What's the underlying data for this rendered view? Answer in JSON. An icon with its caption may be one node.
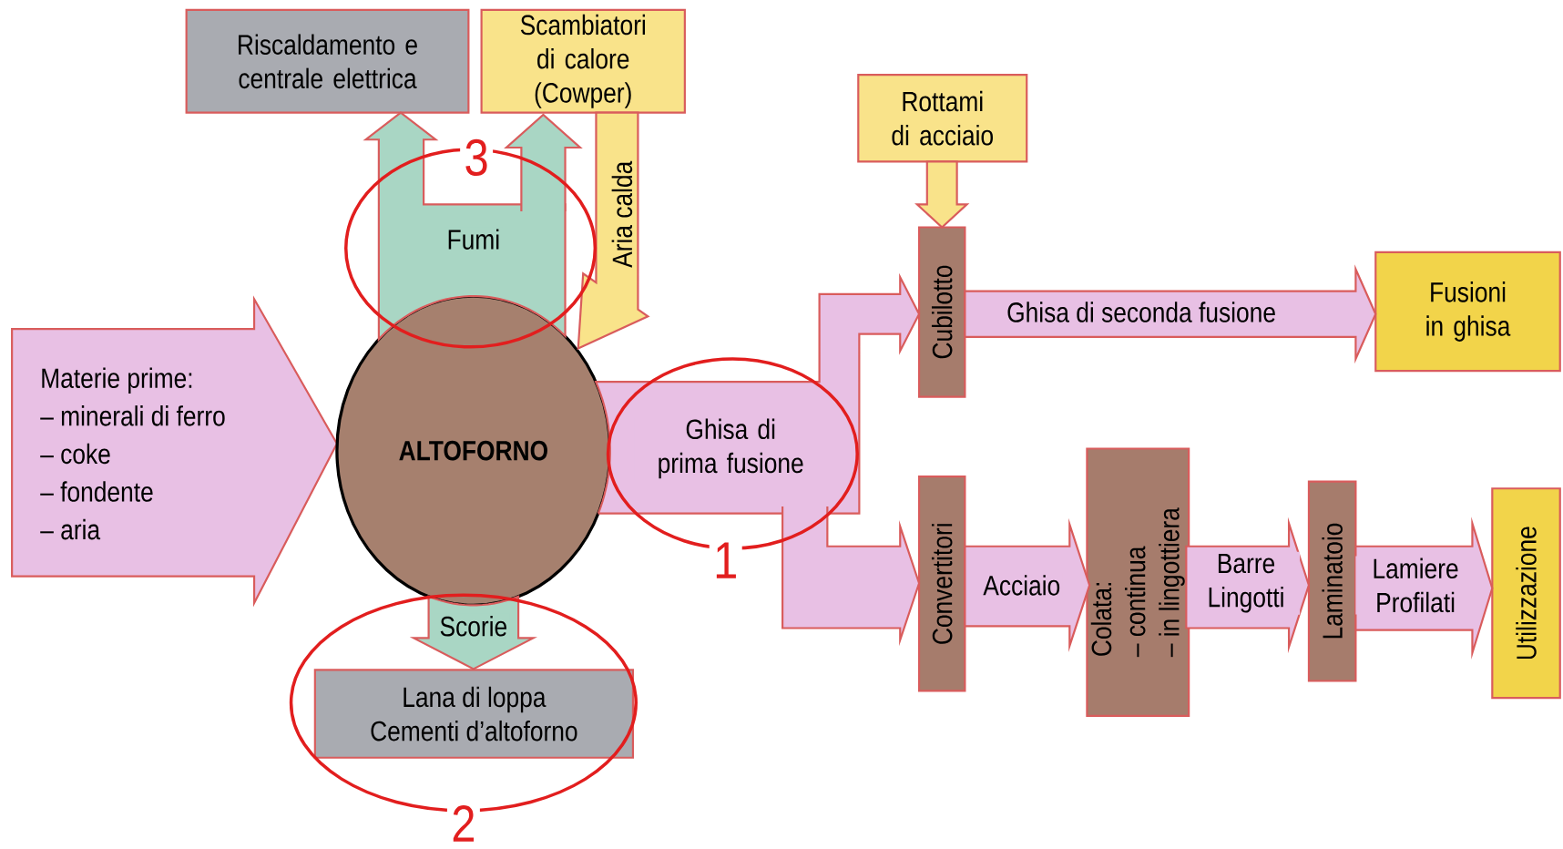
{
  "diagram": {
    "nodes": [
      {
        "text": [
          "Riscaldamento e centrale elettrica"
        ]
      },
      {
        "text": [
          "Scambiatori di calore (Cowper)"
        ]
      },
      {
        "text": [
          "Rottami di acciaio"
        ]
      },
      {
        "text": [
          "Materie prime:",
          "– minerali di ferro",
          "– coke",
          "– fondente",
          "– aria"
        ]
      },
      {
        "text": [
          "ALTOFORNO"
        ]
      },
      {
        "text": [
          "Cubilotto"
        ]
      },
      {
        "text": [
          "Fusioni in ghisa"
        ]
      },
      {
        "text": [
          "Convertitori"
        ]
      },
      {
        "text": [
          "Colata:",
          "– continua",
          "– in lingottiera"
        ]
      },
      {
        "text": [
          "Laminatoio"
        ]
      },
      {
        "text": [
          "Utilizzazione"
        ]
      },
      {
        "text": [
          "Lana di loppa",
          "Cementi d’altoforno"
        ]
      }
    ],
    "edges": [
      {
        "from": 4,
        "to": 0,
        "arrow": "to",
        "label": "Fumi",
        "color": "#a9d6c4"
      },
      {
        "from": 4,
        "to": 1,
        "arrow": "to",
        "color": "#a9d6c4"
      },
      {
        "from": 1,
        "to": 4,
        "arrow": "to",
        "label": "Aria calda",
        "color": "#f9e38a"
      },
      {
        "from": 2,
        "to": 5,
        "arrow": "to",
        "color": "#f9e38a"
      },
      {
        "from": 4,
        "to": 5,
        "arrow": "to",
        "label": "Ghisa di prima fusione"
      },
      {
        "from": 4,
        "to": 7,
        "arrow": "to"
      },
      {
        "from": 5,
        "to": 6,
        "arrow": "to",
        "label": "Ghisa di seconda fusione"
      },
      {
        "from": 7,
        "to": 8,
        "arrow": "to",
        "label": "Acciaio"
      },
      {
        "from": 8,
        "to": 9,
        "arrow": "to",
        "label": "Barre Lingotti"
      },
      {
        "from": 9,
        "to": 10,
        "arrow": "to",
        "label": "Lamiere Profilati"
      },
      {
        "from": 4,
        "to": 11,
        "arrow": "to",
        "label": "Scorie",
        "color": "#a9d6c4"
      }
    ],
    "labels": [
      "3",
      "1",
      "2"
    ]
  }
}
